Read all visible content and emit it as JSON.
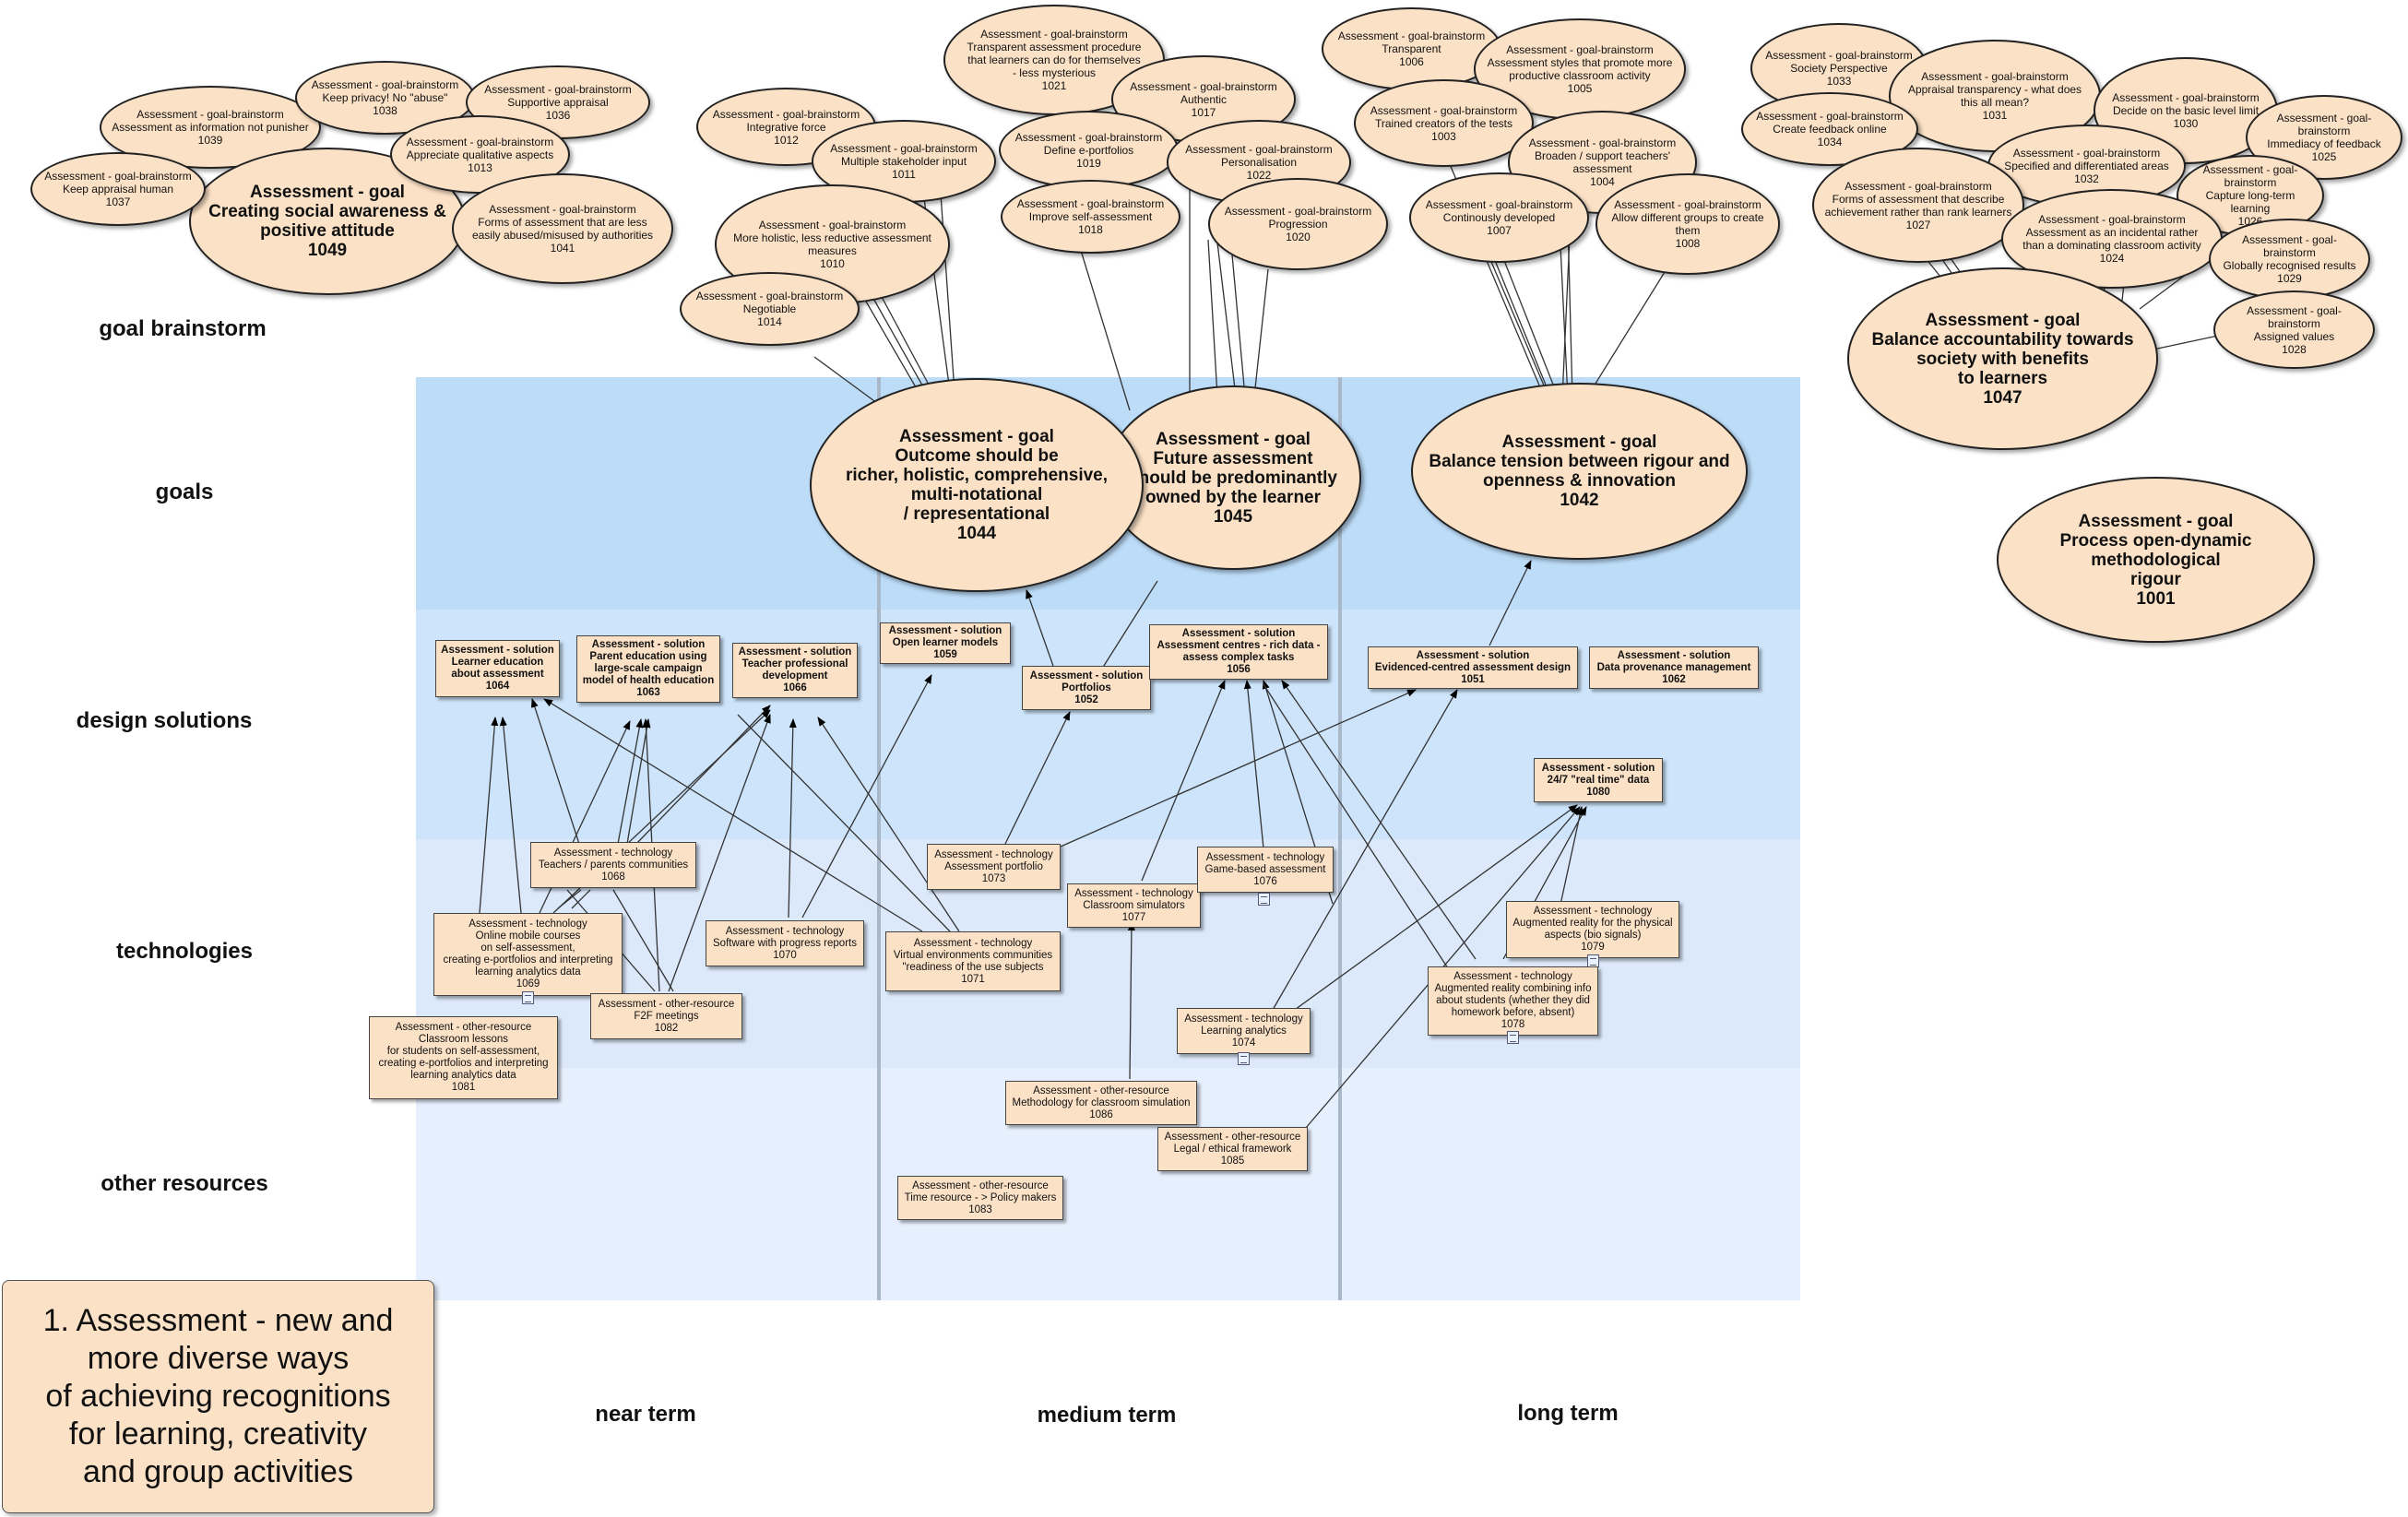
{
  "title": "1. Assessment - new and\nmore diverse ways\nof achieving recognitions\nfor learning, creativity\nand group activities",
  "rows": {
    "brainstorm": "goal brainstorm",
    "goals": "goals",
    "design": "design solutions",
    "tech": "technologies",
    "resources": "other resources"
  },
  "columns": {
    "near": "near term",
    "medium": "medium term",
    "long": "long term"
  },
  "nodes": {
    "n1039": "Assessment - goal-brainstorm\nAssessment as information not punisher\n1039",
    "n1038": "Assessment - goal-brainstorm\nKeep privacy! No \"abuse\"\n1038",
    "n1036": "Assessment - goal-brainstorm\nSupportive appraisal\n1036",
    "n1037": "Assessment - goal-brainstorm\nKeep appraisal human\n1037",
    "n1013": "Assessment - goal-brainstorm\nAppreciate qualitative aspects\n1013",
    "n1049": "Assessment - goal\nCreating social awareness &\npositive attitude\n1049",
    "n1041": "Assessment - goal-brainstorm\nForms of assessment that are less\neasily abused/misused by authorities\n1041",
    "n1012": "Assessment - goal-brainstorm\nIntegrative force\n1012",
    "n1011": "Assessment - goal-brainstorm\nMultiple stakeholder input\n1011",
    "n1010": "Assessment - goal-brainstorm\nMore holistic, less reductive assessment\nmeasures\n1010",
    "n1014": "Assessment - goal-brainstorm\nNegotiable\n1014",
    "n1021": "Assessment - goal-brainstorm\nTransparent assessment procedure\nthat learners can do for themselves\n- less mysterious\n1021",
    "n1017": "Assessment - goal-brainstorm\nAuthentic\n1017",
    "n1019": "Assessment - goal-brainstorm\nDefine e-portfolios\n1019",
    "n1022": "Assessment - goal-brainstorm\nPersonalisation\n1022",
    "n1018": "Assessment - goal-brainstorm\nImprove self-assessment\n1018",
    "n1020": "Assessment - goal-brainstorm\nProgression\n1020",
    "n1006": "Assessment - goal-brainstorm\nTransparent\n1006",
    "n1005": "Assessment - goal-brainstorm\nAssessment styles that promote more\nproductive classroom activity\n1005",
    "n1003": "Assessment - goal-brainstorm\nTrained creators of the tests\n1003",
    "n1004": "Assessment - goal-brainstorm\nBroaden / support teachers'\nassessment\n1004",
    "n1007": "Assessment - goal-brainstorm\nContinously developed\n1007",
    "n1008": "Assessment - goal-brainstorm\nAllow different groups to create\nthem\n1008",
    "n1033": "Assessment - goal-brainstorm\nSociety Perspective\n1033",
    "n1031": "Assessment - goal-brainstorm\nAppraisal transparency - what does\nthis all mean?\n1031",
    "n1030": "Assessment - goal-brainstorm\nDecide on the basic level limit\n1030",
    "n1034": "Assessment - goal-brainstorm\nCreate feedback online\n1034",
    "n1025": "Assessment - goal-brainstorm\nImmediacy of feedback\n1025",
    "n1032": "Assessment - goal-brainstorm\nSpecified and differentiated areas\n1032",
    "n1027": "Assessment - goal-brainstorm\nForms of assessment that describe\nachievement rather than rank learners\n1027",
    "n1026": "Assessment - goal-brainstorm\nCapture long-term learning\n1026",
    "n1024": "Assessment - goal-brainstorm\nAssessment as an incidental rather\nthan a dominating classroom activity\n1024",
    "n1029": "Assessment - goal-brainstorm\nGlobally recognised results\n1029",
    "n1028": "Assessment - goal-brainstorm\nAssigned values\n1028",
    "n1047": "Assessment - goal\nBalance accountability towards\nsociety with benefits\nto learners\n1047",
    "n1001": "Assessment - goal\nProcess open-dynamic methodological\nrigour\n1001",
    "n1044": "Assessment - goal\nOutcome should be\nricher, holistic, comprehensive,\nmulti-notational\n/ representational\n1044",
    "n1045": "Assessment - goal\nFuture assessment\nshould be predominantly\nowned by the learner\n1045",
    "n1042": "Assessment - goal\nBalance tension between rigour and\nopenness & innovation\n1042",
    "n1064": "Assessment - solution\nLearner education\nabout assessment\n1064",
    "n1063": "Assessment - solution\nParent education using\nlarge-scale campaign\nmodel of health education\n1063",
    "n1066": "Assessment - solution\nTeacher professional\ndevelopment\n1066",
    "n1059": "Assessment - solution\nOpen learner models\n1059",
    "n1052": "Assessment - solution\nPortfolios\n1052",
    "n1056": "Assessment - solution\nAssessment centres - rich data -\nassess complex tasks\n1056",
    "n1051": "Assessment - solution\nEvidenced-centred assessment design\n1051",
    "n1062": "Assessment - solution\nData provenance management\n1062",
    "n1080": "Assessment - solution\n24/7 \"real time\" data\n1080",
    "n1068": "Assessment - technology\nTeachers / parents communities\n1068",
    "n1069": "Assessment - technology\nOnline mobile courses\non self-assessment,\ncreating e-portfolios and interpreting\nlearning analytics data\n1069",
    "n1070": "Assessment - technology\nSoftware with progress reports\n1070",
    "n1082": "Assessment - other-resource\nF2F meetings\n1082",
    "n1081": "Assessment - other-resource\nClassroom lessons\nfor students on self-assessment,\ncreating e-portfolios and interpreting\nlearning analytics data\n1081",
    "n1073": "Assessment - technology\nAssessment portfolio\n1073",
    "n1071": "Assessment - technology\nVirtual environments communities\n\"readiness of the use subjects\n1071",
    "n1077": "Assessment - technology\nClassroom simulators\n1077",
    "n1076": "Assessment - technology\nGame-based assessment\n1076",
    "n1074": "Assessment - technology\nLearning analytics\n1074",
    "n1079": "Assessment - technology\nAugmented reality for the physical\naspects (bio signals)\n1079",
    "n1078": "Assessment - technology\nAugmented reality combining info\nabout students (whether they did\nhomework before, absent)\n1078",
    "n1086": "Assessment - other-resource\nMethodology for classroom simulation\n1086",
    "n1085": "Assessment - other-resource\nLegal / ethical framework\n1085",
    "n1083": "Assessment - other-resource\nTime resource - > Policy makers\n1083"
  }
}
